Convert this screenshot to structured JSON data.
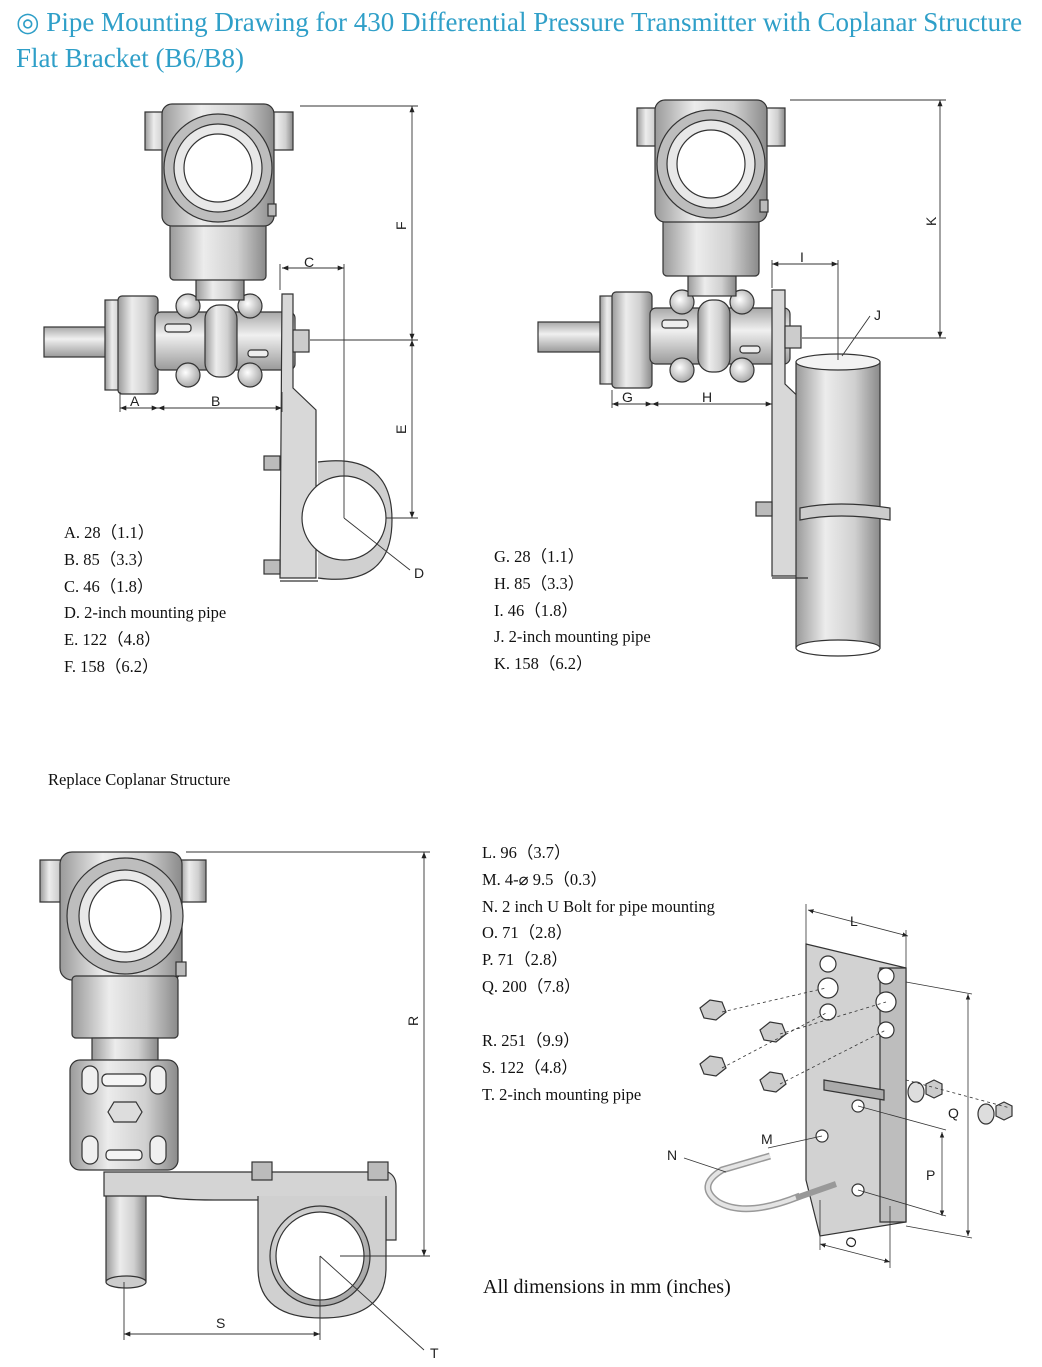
{
  "title": "◎ Pipe Mounting Drawing for 430 Differential Pressure Transmitter with Coplanar Structure Flat Bracket (B6/B8)",
  "subtitle": "Replace Coplanar Structure",
  "units_note": "All dimensions in mm (inches)",
  "colors": {
    "title": "#2f9fc8",
    "metal": "#cfcfcf",
    "line": "#333333"
  },
  "legend1": [
    "A. 28（1.1）",
    "B. 85（3.3）",
    "C. 46（1.8）",
    "D. 2-inch mounting pipe",
    "E. 122（4.8）",
    "F. 158（6.2）"
  ],
  "legend2": [
    "G. 28（1.1）",
    "H. 85（3.3）",
    "I. 46（1.8）",
    "J. 2-inch mounting pipe",
    "K. 158（6.2）"
  ],
  "legend3": [
    "L. 96（3.7）",
    "M. 4-⌀ 9.5（0.3）",
    "N. 2 inch U Bolt for pipe mounting",
    "O. 71（2.8）",
    "P. 71（2.8）",
    "Q. 200（7.8）"
  ],
  "legend4": [
    "R. 251（9.9）",
    "S. 122（4.8）",
    "T. 2-inch mounting pipe"
  ],
  "labels": {
    "A": "A",
    "B": "B",
    "C": "C",
    "D": "D",
    "E": "E",
    "F": "F",
    "G": "G",
    "H": "H",
    "I": "I",
    "J": "J",
    "K": "K",
    "L": "L",
    "M": "M",
    "N": "N",
    "O": "O",
    "P": "P",
    "Q": "Q",
    "R": "R",
    "S": "S",
    "T": "T"
  }
}
